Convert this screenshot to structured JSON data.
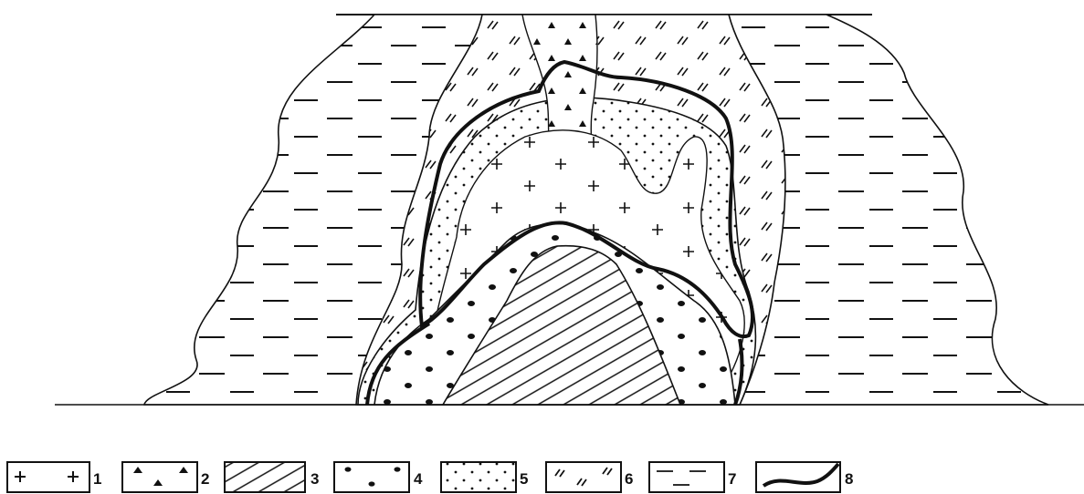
{
  "legend": {
    "items": [
      {
        "number": "1",
        "pattern": "plus-pattern"
      },
      {
        "number": "2",
        "pattern": "triangle-pattern"
      },
      {
        "number": "3",
        "pattern": "hatch-pattern"
      },
      {
        "number": "4",
        "pattern": "large-dot-pattern"
      },
      {
        "number": "5",
        "pattern": "small-dot-pattern"
      },
      {
        "number": "6",
        "pattern": "double-stroke-pattern"
      },
      {
        "number": "7",
        "pattern": "dash-pattern"
      },
      {
        "number": "8",
        "pattern": "bold-contour-line"
      }
    ]
  },
  "colors": {
    "ink": "#111111",
    "paper": "#ffffff"
  }
}
